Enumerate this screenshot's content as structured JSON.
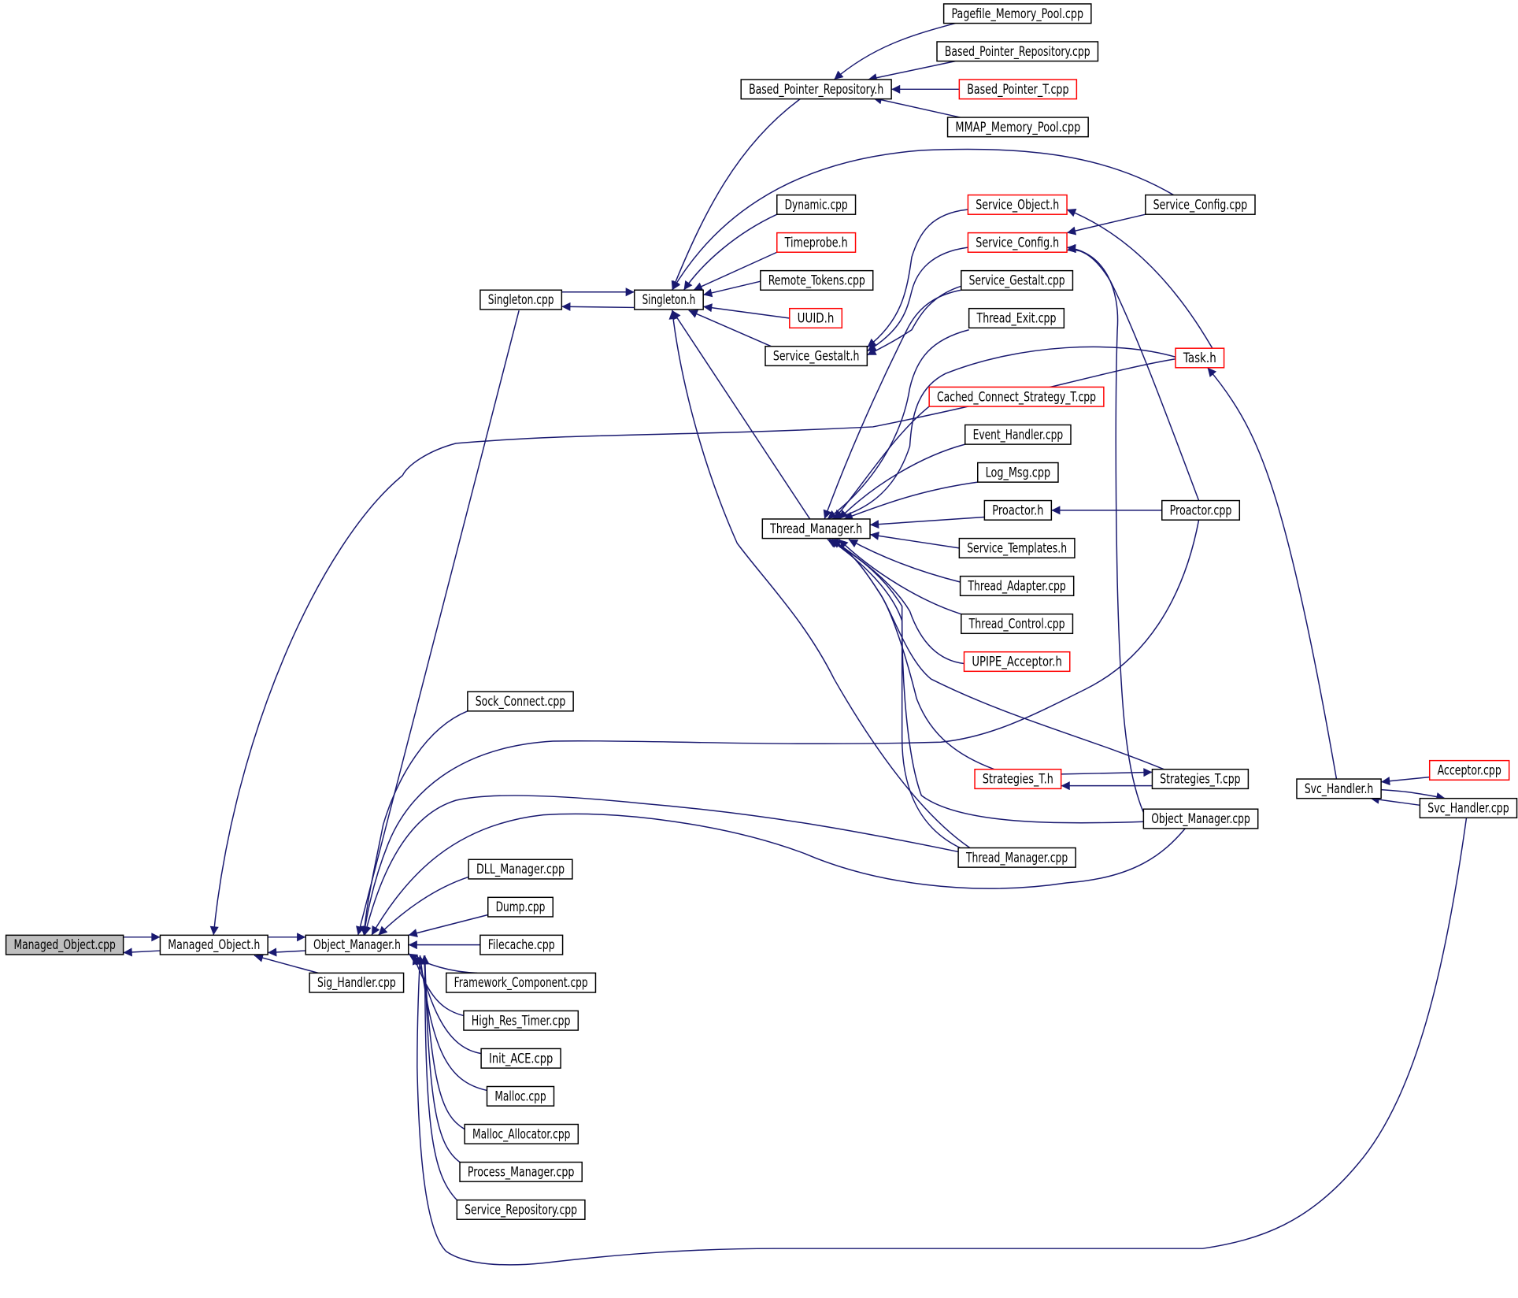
{
  "diagram": {
    "nodes": [
      {
        "id": "mo_cpp",
        "label": "Managed_Object.cpp",
        "style": "root"
      },
      {
        "id": "mo_h",
        "label": "Managed_Object.h",
        "style": "normal"
      },
      {
        "id": "om_h",
        "label": "Object_Manager.h",
        "style": "normal"
      },
      {
        "id": "sig_cpp",
        "label": "Sig_Handler.cpp",
        "style": "normal"
      },
      {
        "id": "singleton_cpp",
        "label": "Singleton.cpp",
        "style": "normal"
      },
      {
        "id": "singleton_h",
        "label": "Singleton.h",
        "style": "normal"
      },
      {
        "id": "bpr_h",
        "label": "Based_Pointer_Repository.h",
        "style": "normal"
      },
      {
        "id": "pmp_cpp",
        "label": "Pagefile_Memory_Pool.cpp",
        "style": "normal"
      },
      {
        "id": "bpr_cpp",
        "label": "Based_Pointer_Repository.cpp",
        "style": "normal"
      },
      {
        "id": "bpt_cpp",
        "label": "Based_Pointer_T.cpp",
        "style": "red"
      },
      {
        "id": "mmap_cpp",
        "label": "MMAP_Memory_Pool.cpp",
        "style": "normal"
      },
      {
        "id": "dynamic_cpp",
        "label": "Dynamic.cpp",
        "style": "normal"
      },
      {
        "id": "timeprobe_h",
        "label": "Timeprobe.h",
        "style": "red"
      },
      {
        "id": "remote_cpp",
        "label": "Remote_Tokens.cpp",
        "style": "normal"
      },
      {
        "id": "uuid_h",
        "label": "UUID.h",
        "style": "red"
      },
      {
        "id": "sgestalt_h",
        "label": "Service_Gestalt.h",
        "style": "normal"
      },
      {
        "id": "sobject_h",
        "label": "Service_Object.h",
        "style": "red"
      },
      {
        "id": "sconfig_h",
        "label": "Service_Config.h",
        "style": "red"
      },
      {
        "id": "sgestalt_cpp",
        "label": "Service_Gestalt.cpp",
        "style": "normal"
      },
      {
        "id": "sconfig_cpp",
        "label": "Service_Config.cpp",
        "style": "normal"
      },
      {
        "id": "texit_cpp",
        "label": "Thread_Exit.cpp",
        "style": "normal"
      },
      {
        "id": "task_h",
        "label": "Task.h",
        "style": "red"
      },
      {
        "id": "ccs_cpp",
        "label": "Cached_Connect_Strategy_T.cpp",
        "style": "red"
      },
      {
        "id": "evh_cpp",
        "label": "Event_Handler.cpp",
        "style": "normal"
      },
      {
        "id": "logmsg_cpp",
        "label": "Log_Msg.cpp",
        "style": "normal"
      },
      {
        "id": "proactor_h",
        "label": "Proactor.h",
        "style": "normal"
      },
      {
        "id": "proactor_cpp",
        "label": "Proactor.cpp",
        "style": "normal"
      },
      {
        "id": "tm_h",
        "label": "Thread_Manager.h",
        "style": "normal"
      },
      {
        "id": "stpl_h",
        "label": "Service_Templates.h",
        "style": "normal"
      },
      {
        "id": "tadapter_cpp",
        "label": "Thread_Adapter.cpp",
        "style": "normal"
      },
      {
        "id": "tcontrol_cpp",
        "label": "Thread_Control.cpp",
        "style": "normal"
      },
      {
        "id": "upipe_h",
        "label": "UPIPE_Acceptor.h",
        "style": "red"
      },
      {
        "id": "sockc_cpp",
        "label": "Sock_Connect.cpp",
        "style": "normal"
      },
      {
        "id": "strat_h",
        "label": "Strategies_T.h",
        "style": "red"
      },
      {
        "id": "strat_cpp",
        "label": "Strategies_T.cpp",
        "style": "normal"
      },
      {
        "id": "svch_h",
        "label": "Svc_Handler.h",
        "style": "normal"
      },
      {
        "id": "acceptor_cpp",
        "label": "Acceptor.cpp",
        "style": "red"
      },
      {
        "id": "svch_cpp",
        "label": "Svc_Handler.cpp",
        "style": "normal"
      },
      {
        "id": "om_cpp",
        "label": "Object_Manager.cpp",
        "style": "normal"
      },
      {
        "id": "tm_cpp",
        "label": "Thread_Manager.cpp",
        "style": "normal"
      },
      {
        "id": "dll_cpp",
        "label": "DLL_Manager.cpp",
        "style": "normal"
      },
      {
        "id": "dump_cpp",
        "label": "Dump.cpp",
        "style": "normal"
      },
      {
        "id": "filecache_cpp",
        "label": "Filecache.cpp",
        "style": "normal"
      },
      {
        "id": "fwc_cpp",
        "label": "Framework_Component.cpp",
        "style": "normal"
      },
      {
        "id": "hrt_cpp",
        "label": "High_Res_Timer.cpp",
        "style": "normal"
      },
      {
        "id": "init_cpp",
        "label": "Init_ACE.cpp",
        "style": "normal"
      },
      {
        "id": "malloc_cpp",
        "label": "Malloc.cpp",
        "style": "normal"
      },
      {
        "id": "malloca_cpp",
        "label": "Malloc_Allocator.cpp",
        "style": "normal"
      },
      {
        "id": "pm_cpp",
        "label": "Process_Manager.cpp",
        "style": "normal"
      },
      {
        "id": "sr_cpp",
        "label": "Service_Repository.cpp",
        "style": "normal"
      }
    ],
    "edges": [
      [
        "mo_cpp",
        "mo_h"
      ],
      [
        "mo_h",
        "mo_cpp"
      ],
      [
        "mo_h",
        "om_h"
      ],
      [
        "om_h",
        "mo_h"
      ],
      [
        "sig_cpp",
        "mo_h"
      ],
      [
        "task_h",
        "mo_h"
      ],
      [
        "singleton_cpp",
        "singleton_h"
      ],
      [
        "singleton_h",
        "singleton_cpp"
      ],
      [
        "singleton_cpp",
        "om_h"
      ],
      [
        "pmp_cpp",
        "bpr_h"
      ],
      [
        "bpr_cpp",
        "bpr_h"
      ],
      [
        "bpt_cpp",
        "bpr_h"
      ],
      [
        "mmap_cpp",
        "bpr_h"
      ],
      [
        "bpr_h",
        "singleton_h"
      ],
      [
        "sconfig_cpp",
        "singleton_h"
      ],
      [
        "dynamic_cpp",
        "singleton_h"
      ],
      [
        "timeprobe_h",
        "singleton_h"
      ],
      [
        "remote_cpp",
        "singleton_h"
      ],
      [
        "uuid_h",
        "singleton_h"
      ],
      [
        "sgestalt_h",
        "singleton_h"
      ],
      [
        "tm_h",
        "singleton_h"
      ],
      [
        "tm_cpp",
        "singleton_h"
      ],
      [
        "sobject_h",
        "sgestalt_h"
      ],
      [
        "sconfig_h",
        "sgestalt_h"
      ],
      [
        "sgestalt_cpp",
        "sgestalt_h"
      ],
      [
        "sconfig_cpp",
        "sconfig_h"
      ],
      [
        "task_h",
        "sobject_h"
      ],
      [
        "om_cpp",
        "sconfig_h"
      ],
      [
        "proactor_cpp",
        "sconfig_h"
      ],
      [
        "sgestalt_cpp",
        "tm_h"
      ],
      [
        "texit_cpp",
        "tm_h"
      ],
      [
        "task_h",
        "tm_h"
      ],
      [
        "ccs_cpp",
        "tm_h"
      ],
      [
        "evh_cpp",
        "tm_h"
      ],
      [
        "logmsg_cpp",
        "tm_h"
      ],
      [
        "proactor_h",
        "tm_h"
      ],
      [
        "proactor_cpp",
        "proactor_h"
      ],
      [
        "stpl_h",
        "tm_h"
      ],
      [
        "tadapter_cpp",
        "tm_h"
      ],
      [
        "tcontrol_cpp",
        "tm_h"
      ],
      [
        "upipe_h",
        "tm_h"
      ],
      [
        "strat_h",
        "tm_h"
      ],
      [
        "strat_cpp",
        "tm_h"
      ],
      [
        "om_cpp",
        "tm_h"
      ],
      [
        "tm_cpp",
        "tm_h"
      ],
      [
        "strat_h",
        "strat_cpp"
      ],
      [
        "strat_cpp",
        "strat_h"
      ],
      [
        "svch_h",
        "task_h"
      ],
      [
        "acceptor_cpp",
        "svch_h"
      ],
      [
        "svch_h",
        "svch_cpp"
      ],
      [
        "svch_cpp",
        "svch_h"
      ],
      [
        "sockc_cpp",
        "om_h"
      ],
      [
        "proactor_cpp",
        "om_h"
      ],
      [
        "tm_cpp",
        "om_h"
      ],
      [
        "om_cpp",
        "om_h"
      ],
      [
        "dll_cpp",
        "om_h"
      ],
      [
        "dump_cpp",
        "om_h"
      ],
      [
        "filecache_cpp",
        "om_h"
      ],
      [
        "fwc_cpp",
        "om_h"
      ],
      [
        "hrt_cpp",
        "om_h"
      ],
      [
        "init_cpp",
        "om_h"
      ],
      [
        "malloc_cpp",
        "om_h"
      ],
      [
        "malloca_cpp",
        "om_h"
      ],
      [
        "pm_cpp",
        "om_h"
      ],
      [
        "sr_cpp",
        "om_h"
      ],
      [
        "svch_cpp",
        "om_h"
      ]
    ]
  },
  "colors": {
    "edge": "#191970",
    "node_border": "#000000",
    "node_border_red": "#ff0000",
    "root_fill": "#bfbfbf"
  }
}
